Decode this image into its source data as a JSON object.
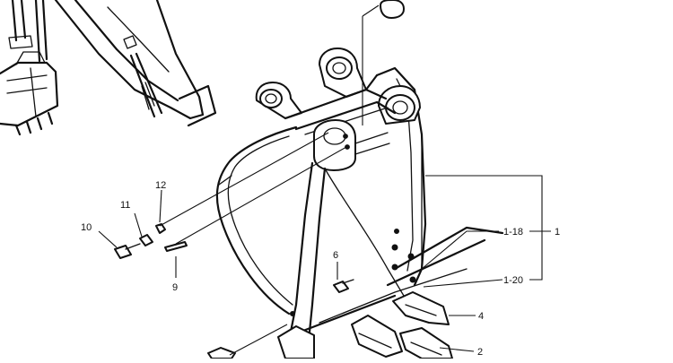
{
  "callouts": {
    "c1": "1",
    "c1_18": "1-18",
    "c1_20": "1-20",
    "c2": "2",
    "c4": "4",
    "c6": "6",
    "c9": "9",
    "c10": "10",
    "c11": "11",
    "c12": "12"
  }
}
